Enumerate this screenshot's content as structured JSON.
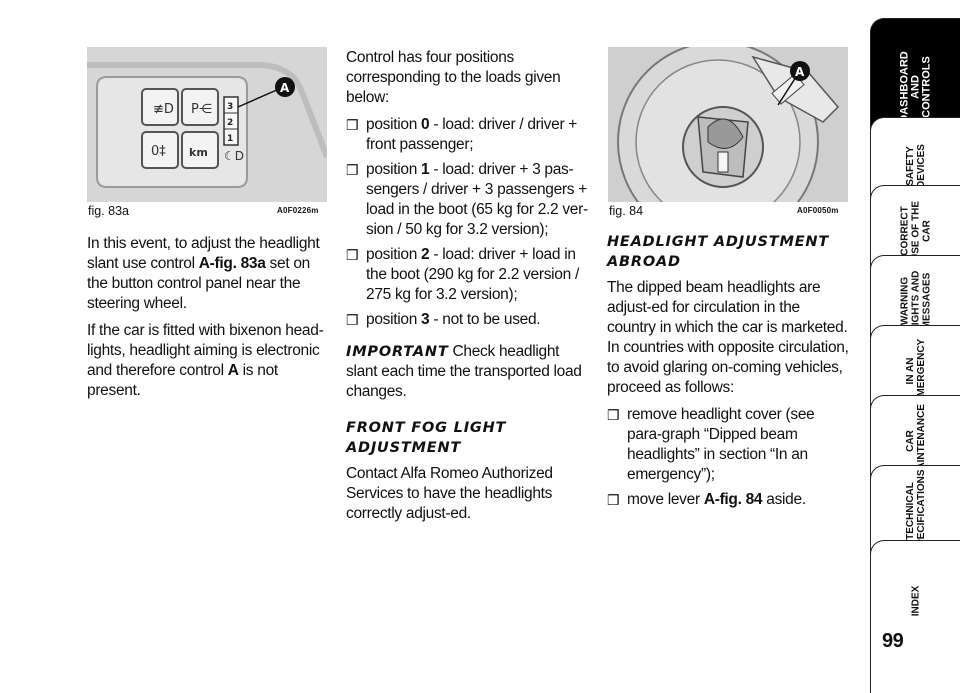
{
  "figures": {
    "fig83a": {
      "caption": "fig. 83a",
      "code": "A0F0226m",
      "callout": "A",
      "scale": [
        "3",
        "2",
        "1"
      ],
      "btn_km": "km"
    },
    "fig84": {
      "caption": "fig. 84",
      "code": "A0F0050m",
      "callout": "A"
    }
  },
  "col1": {
    "p1_a": "In this event, to adjust the headlight slant use control ",
    "p1_bold": "A-fig. 83a",
    "p1_b": " set on the button control panel near the steering wheel.",
    "p2_a": "If the car is fitted with bixenon head-lights, headlight aiming is electronic and therefore control ",
    "p2_bold": "A",
    "p2_b": " is not present."
  },
  "col2": {
    "intro": "Control has four positions corresponding to the loads given below:",
    "bullet_glyph": "❒",
    "items": [
      {
        "pre": "position ",
        "num": "0",
        "text": " - load: driver / driver + front passenger;"
      },
      {
        "pre": "position ",
        "num": "1",
        "text": " - load: driver + 3 pas-sengers / driver + 3 passengers + load in the boot (65 kg for 2.2 ver-sion / 50 kg for 3.2 version);"
      },
      {
        "pre": "position ",
        "num": "2",
        "text": " - load: driver + load in the boot (290 kg for 2.2 version / 275 kg for 3.2 version);"
      },
      {
        "pre": "position ",
        "num": "3",
        "text": " - not to be used."
      }
    ],
    "important_label": "IMPORTANT",
    "important_text": " Check headlight slant each time the transported load changes.",
    "heading": "FRONT FOG LIGHT ADJUSTMENT",
    "fog_text": "Contact Alfa Romeo Authorized Services to have the headlights correctly adjust-ed."
  },
  "col3": {
    "heading": "HEADLIGHT ADJUSTMENT ABROAD",
    "text": "The dipped beam headlights are adjust-ed for circulation in the country in which the car is marketed. In countries with opposite circulation, to avoid glaring on-coming vehicles, proceed as follows:",
    "items": [
      {
        "text": "remove headlight cover (see para-graph “Dipped beam headlights” in section “In an emergency”);"
      },
      {
        "pre": "move lever ",
        "bold": "A-fig. 84",
        "post": " aside."
      }
    ]
  },
  "tabs": [
    {
      "label": "DASHBOARD AND CONTROLS",
      "active": true
    },
    {
      "label": "SAFETY DEVICES"
    },
    {
      "label": "CORRECT USE OF THE CAR"
    },
    {
      "label": "WARNING LIGHTS AND MESSAGES"
    },
    {
      "label": "IN AN EMERGENCY"
    },
    {
      "label": "CAR MAINTENANCE"
    },
    {
      "label": "TECHNICAL SPECIFICATIONS"
    },
    {
      "label": "INDEX"
    }
  ],
  "page_number": "99"
}
